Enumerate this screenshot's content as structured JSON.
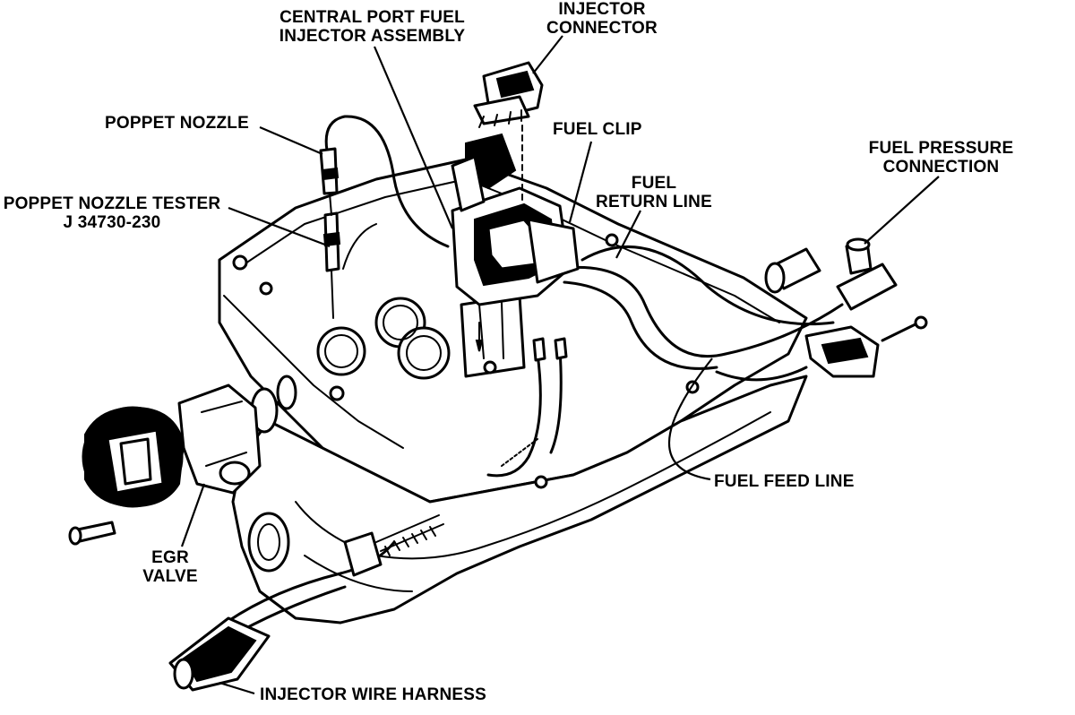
{
  "labels": {
    "central_port": [
      "CENTRAL PORT FUEL",
      "INJECTOR ASSEMBLY"
    ],
    "injector_connector": [
      "INJECTOR",
      "CONNECTOR"
    ],
    "poppet_nozzle": "POPPET NOZZLE",
    "poppet_tester": [
      "POPPET NOZZLE TESTER",
      "J 34730-230"
    ],
    "fuel_clip": "FUEL CLIP",
    "fuel_return": [
      "FUEL",
      "RETURN LINE"
    ],
    "fuel_pressure": [
      "FUEL PRESSURE",
      "CONNECTION"
    ],
    "fuel_feed": "FUEL FEED LINE",
    "egr_valve": [
      "EGR",
      "VALVE"
    ],
    "wire_harness": "INJECTOR WIRE HARNESS"
  }
}
